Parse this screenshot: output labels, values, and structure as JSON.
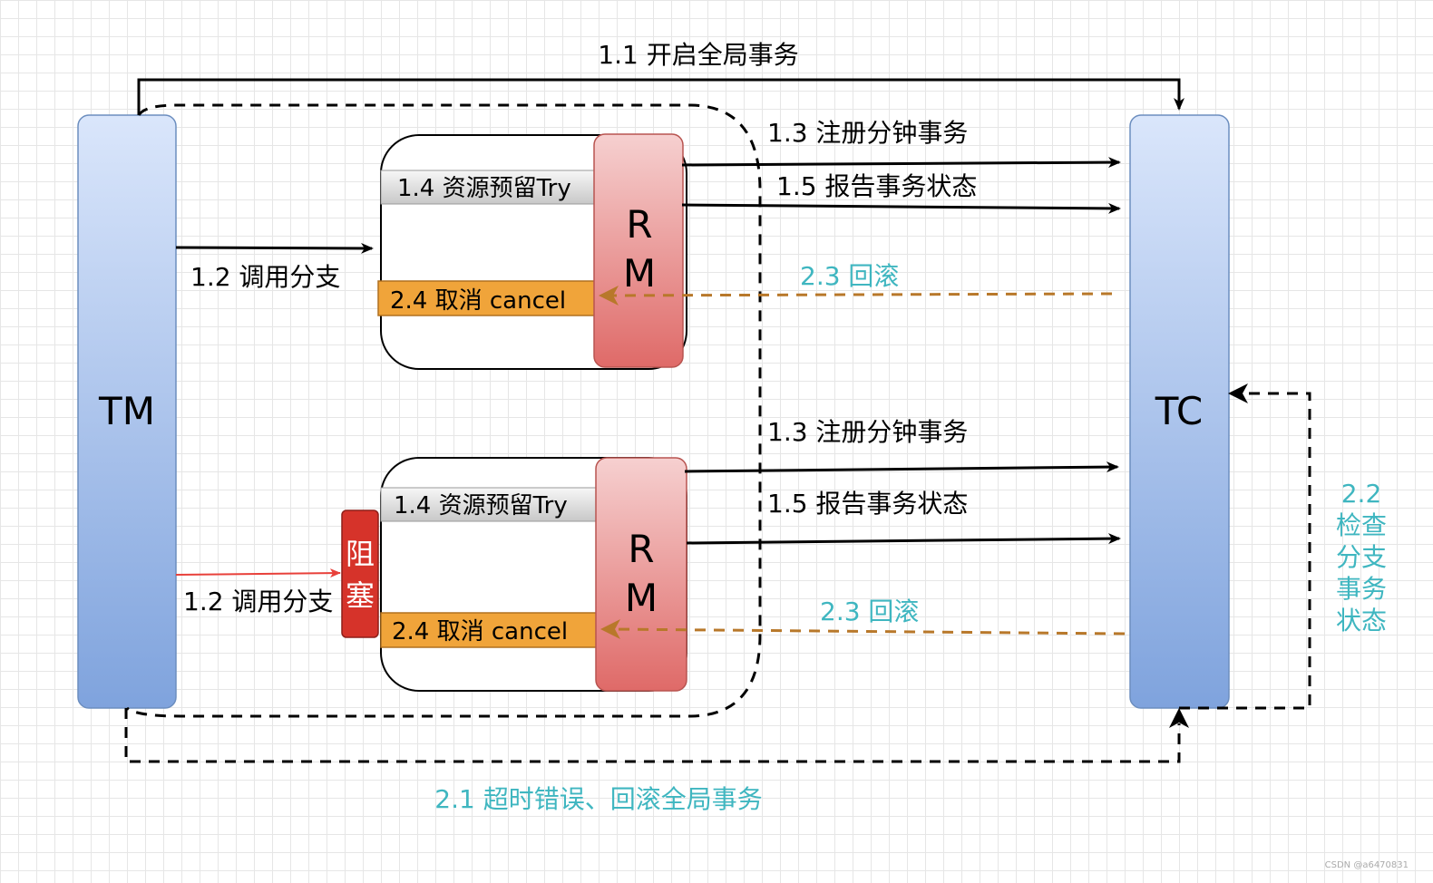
{
  "tm": {
    "label": "TM"
  },
  "tc": {
    "label": "TC"
  },
  "top_arrow": {
    "label": "1.1 开启全局事务"
  },
  "branch1": {
    "rm_letter_1": "R",
    "rm_letter_2": "M",
    "try_label": "1.4 资源预留Try",
    "cancel_label": "2.4 取消 cancel",
    "call_label": "1.2 调用分支",
    "register_label": "1.3 注册分钟事务",
    "report_label": "1.5 报告事务状态",
    "rollback_label": "2.3 回滚"
  },
  "branch2": {
    "rm_letter_1": "R",
    "rm_letter_2": "M",
    "try_label": "1.4 资源预留Try",
    "cancel_label": "2.4 取消 cancel",
    "call_label": "1.2 调用分支",
    "blocked_char_1": "阻",
    "blocked_char_2": "塞",
    "register_label": "1.3 注册分钟事务",
    "report_label": "1.5 报告事务状态",
    "rollback_label": "2.3 回滚"
  },
  "check_label": [
    "2.2",
    "检查",
    "分支",
    "事务",
    "状态"
  ],
  "timeout_label": "2.1 超时错误、回滚全局事务",
  "watermark": "CSDN @a6470831",
  "colors": {
    "teal_text": "#3fb6c0",
    "cancel_fill": "#f0a43a",
    "rollback_arrow": "#b8782a",
    "blocked_fill": "#d6332a",
    "red_arrow": "#e8403a"
  }
}
